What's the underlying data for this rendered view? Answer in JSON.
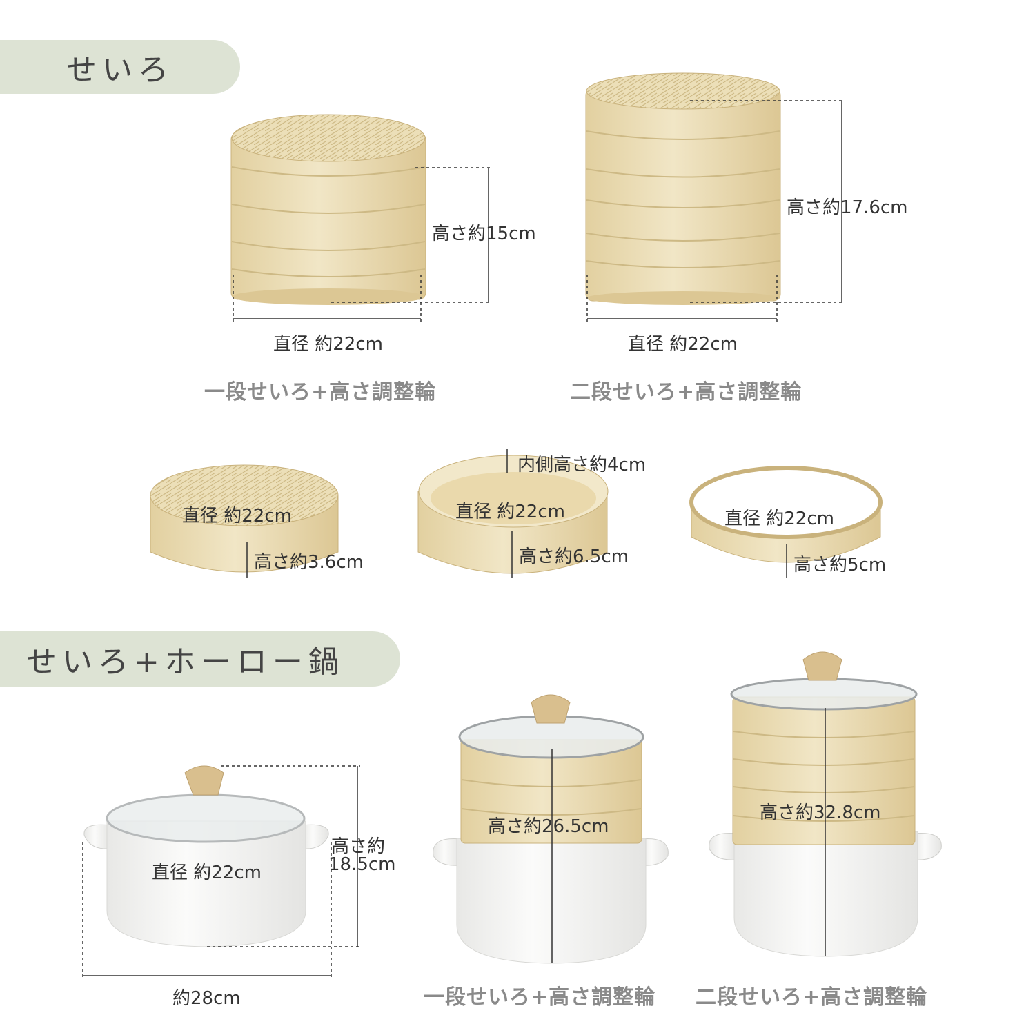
{
  "sections": {
    "seiro_title": "せいろ",
    "enamel_title": "せいろ+ホーロー鍋"
  },
  "top_row": {
    "single": {
      "height": "高さ約15cm",
      "diameter": "直径 約22cm",
      "caption": "一段せいろ+高さ調整輪"
    },
    "double": {
      "height": "高さ約17.6cm",
      "diameter": "直径 約22cm",
      "caption": "二段せいろ+高さ調整輪"
    }
  },
  "parts": {
    "lid": {
      "diameter": "直径 約22cm",
      "height": "高さ約3.6cm"
    },
    "basket": {
      "inner_height": "内側高さ約4cm",
      "diameter": "直径 約22cm",
      "height": "高さ約6.5cm"
    },
    "ring": {
      "diameter": "直径 約22cm",
      "height": "高さ約5cm"
    }
  },
  "bottom_row": {
    "pot": {
      "height_line1": "高さ約",
      "height_line2": "18.5cm",
      "diameter": "直径 約22cm",
      "width": "約28cm"
    },
    "single": {
      "height": "高さ約26.5cm",
      "caption": "一段せいろ+高さ調整輪"
    },
    "double": {
      "height": "高さ約32.8cm",
      "caption": "二段せいろ+高さ調整輪"
    }
  },
  "colors": {
    "banner_bg": "#dde3d4",
    "bamboo": "#eadcb4",
    "bamboo_dark": "#cdb985",
    "enamel": "#f6f6f4",
    "caption": "#8a8a8a"
  }
}
